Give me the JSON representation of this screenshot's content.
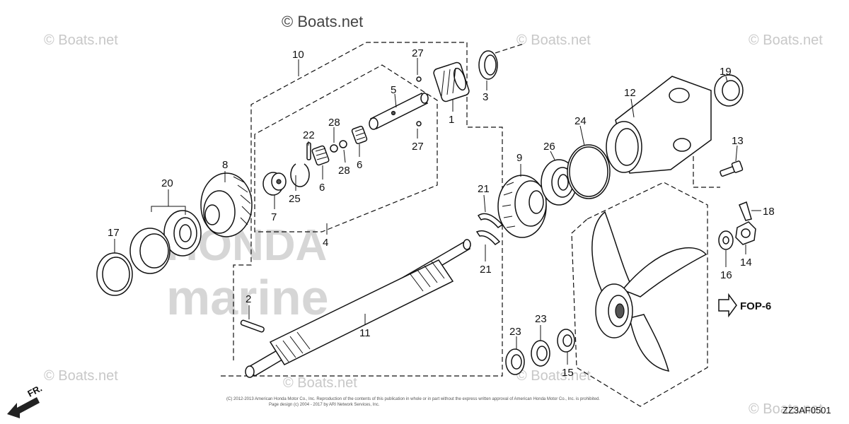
{
  "watermark": {
    "site": "© Boats.net",
    "brand_line1": "HONDA",
    "brand_line2": "marine"
  },
  "reference": {
    "arrow_label": "FOP-6",
    "diagram_code": "ZZ3AF0501",
    "direction_label": "FR."
  },
  "copyright": {
    "line1": "(C) 2012-2013 American Honda Motor Co., Inc. Reproduction of the contents of this publication in whole or in part without the express written approval of American Honda Motor Co., Inc. is prohibited.",
    "line2": "Page design (c) 2004 - 2017 by ARI Network Services, Inc."
  },
  "callouts": {
    "c1": "1",
    "c2": "2",
    "c3": "3",
    "c4": "4",
    "c5": "5",
    "c6a": "6",
    "c6b": "6",
    "c7": "7",
    "c8": "8",
    "c9": "9",
    "c10": "10",
    "c11": "11",
    "c12": "12",
    "c13": "13",
    "c14": "14",
    "c15": "15",
    "c16": "16",
    "c17": "17",
    "c18": "18",
    "c19": "19",
    "c20": "20",
    "c21a": "21",
    "c21b": "21",
    "c22": "22",
    "c23a": "23",
    "c23b": "23",
    "c24": "24",
    "c25": "25",
    "c26": "26",
    "c27a": "27",
    "c27b": "27",
    "c28a": "28",
    "c28b": "28"
  }
}
